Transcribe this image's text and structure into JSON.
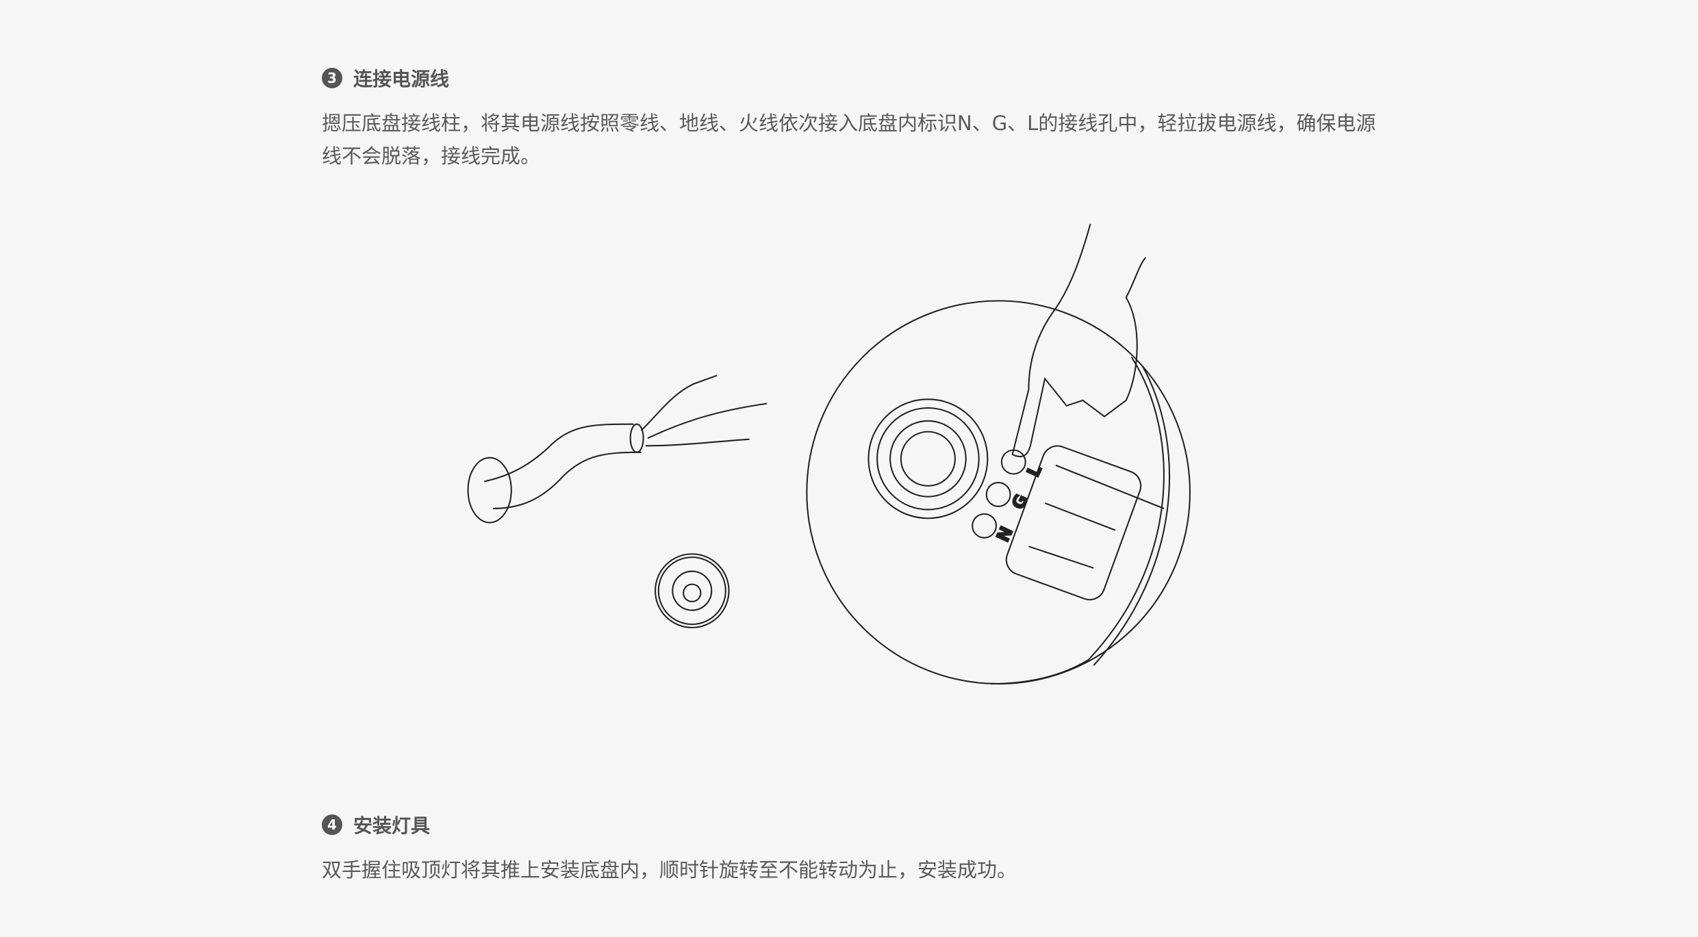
{
  "steps": [
    {
      "number": "3",
      "title": "连接电源线",
      "body": "摁压底盘接线柱，将其电源线按照零线、地线、火线依次接入底盘内标识N、G、L的接线孔中，轻拉拔电源线，确保电源线不会脱落，接线完成。"
    },
    {
      "number": "4",
      "title": "安装灯具",
      "body": "双手握住吸顶灯将其推上安装底盘内，顺时针旋转至不能转动为止，安装成功。"
    }
  ],
  "illustration": {
    "terminal_labels": [
      "N",
      "G",
      "L"
    ]
  }
}
